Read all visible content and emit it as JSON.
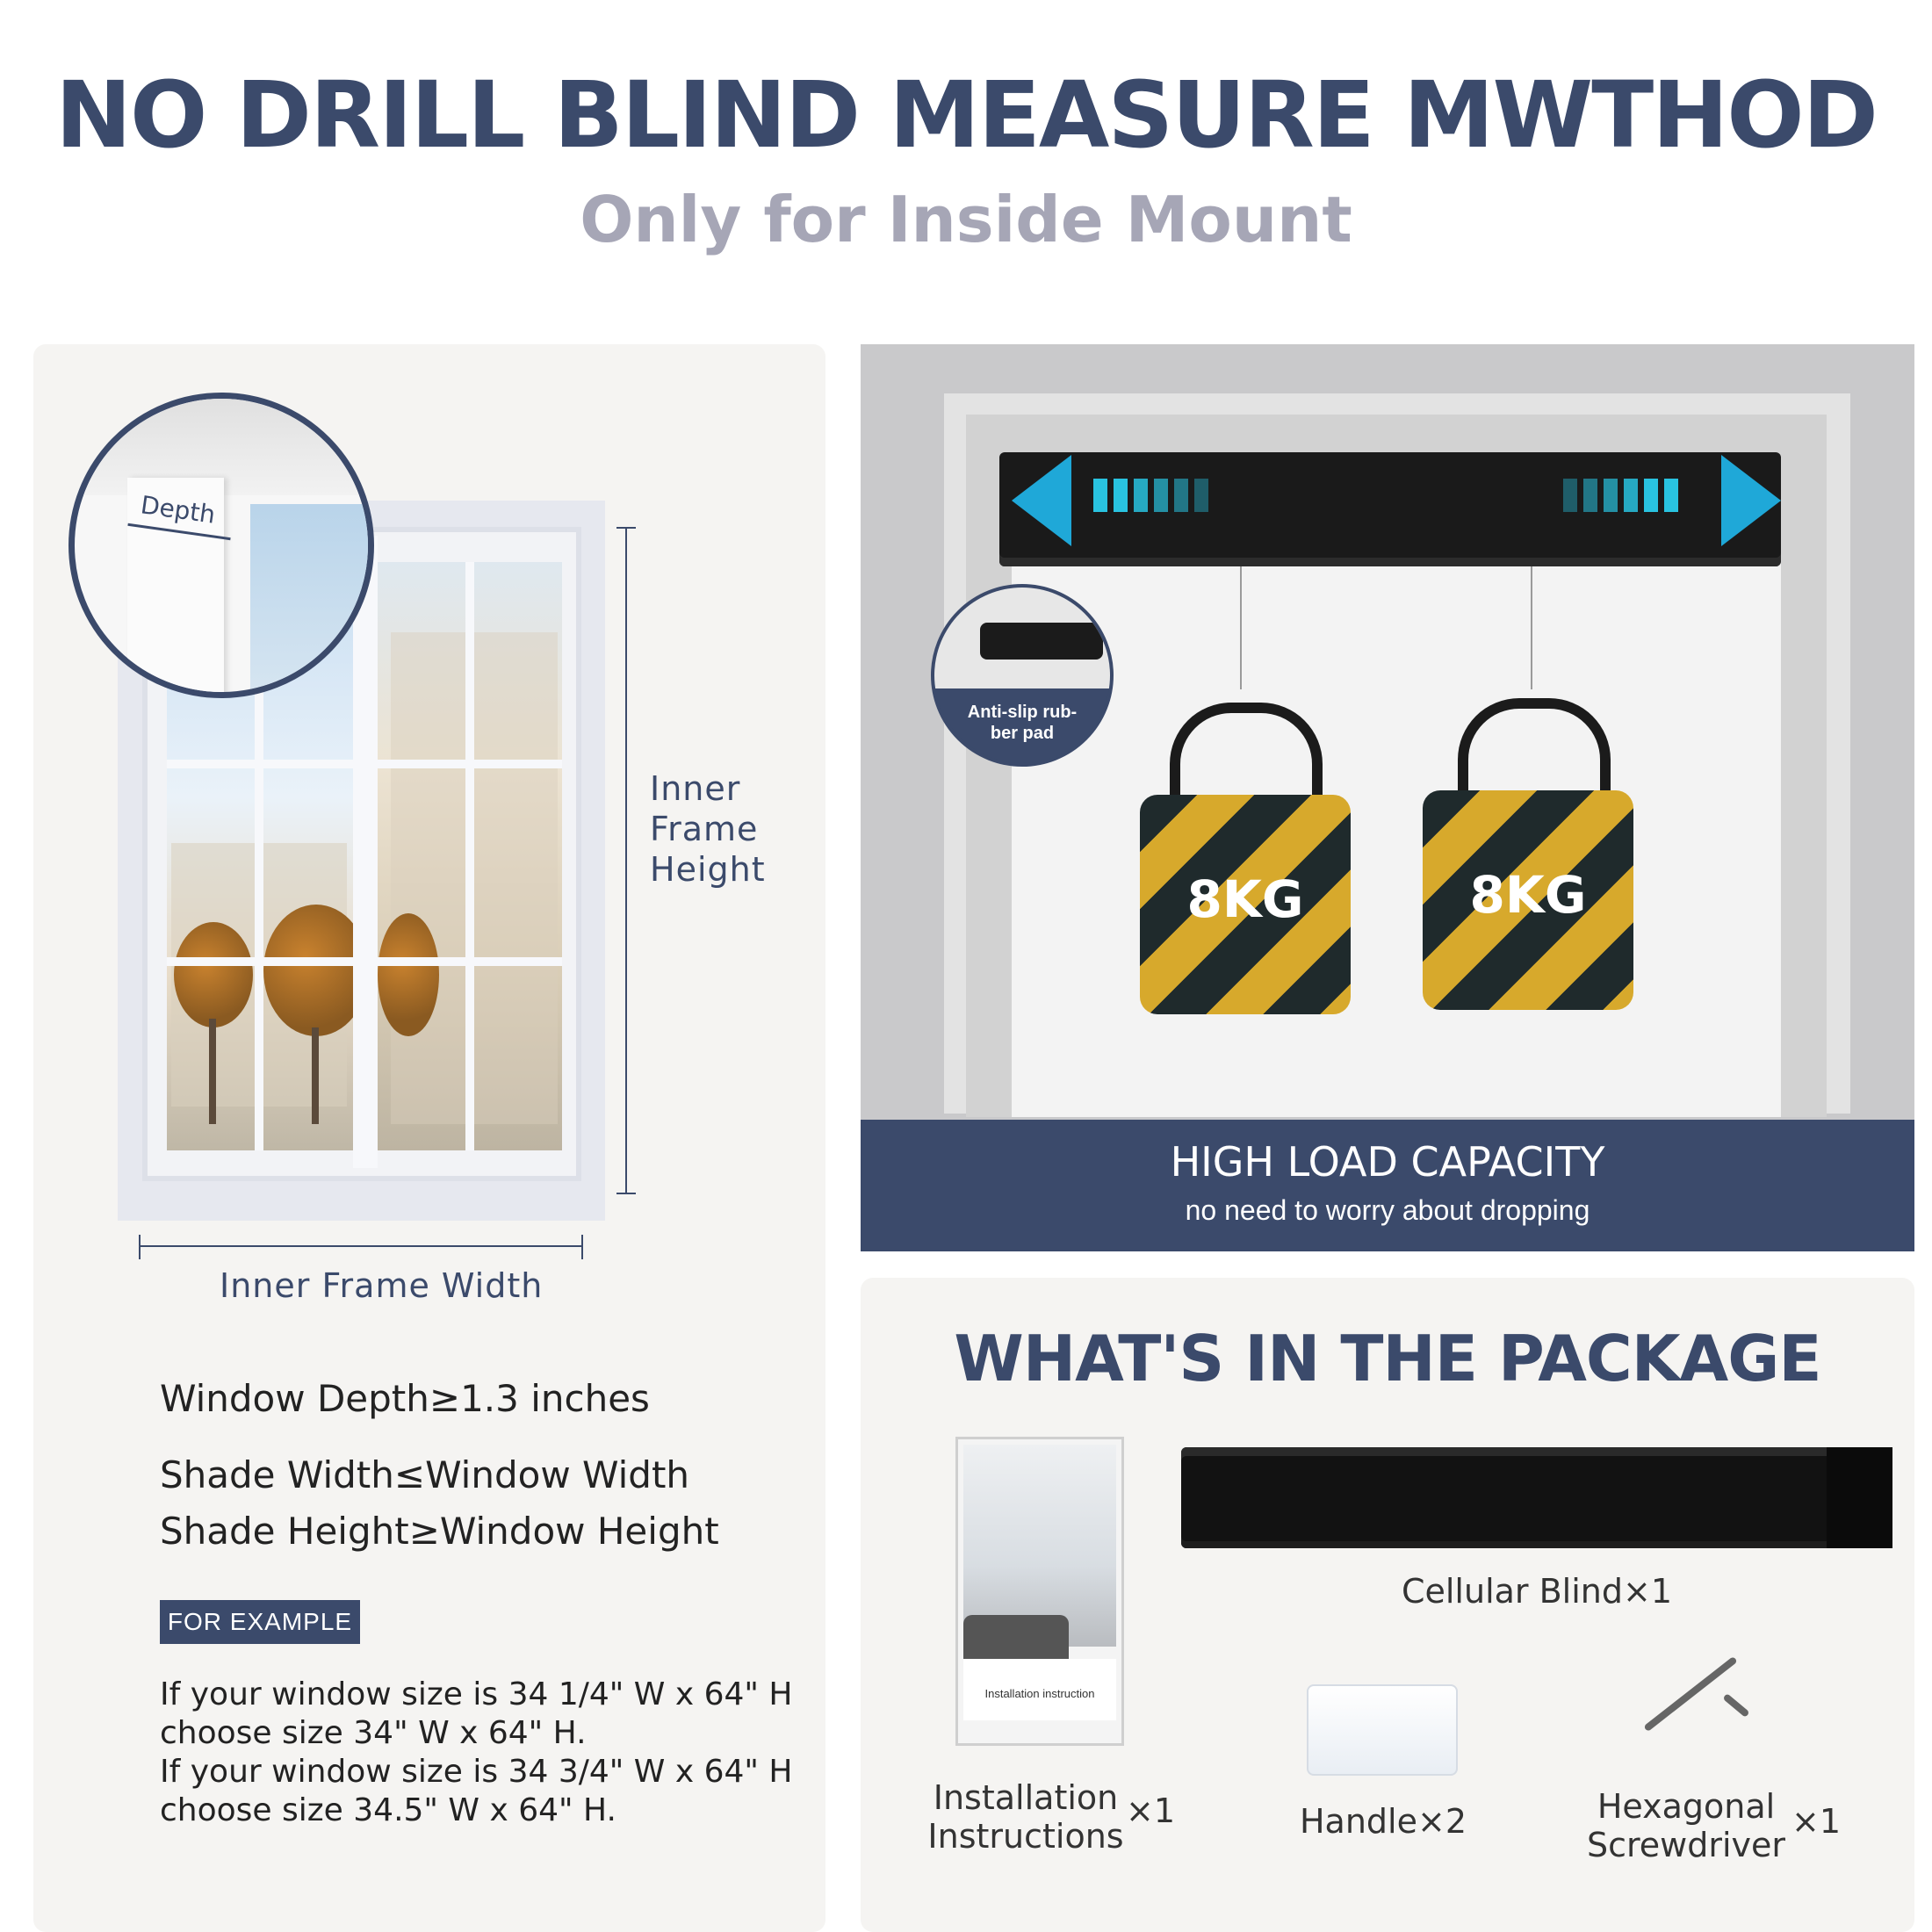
{
  "header": {
    "title": "NO DRILL BLIND MEASURE MWTHOD",
    "subtitle": "Only for Inside Mount"
  },
  "measure": {
    "depth_label": "Depth",
    "height_label": "Inner\nFrame\nHeight",
    "width_label": "Inner Frame Width"
  },
  "requirements": [
    "Window Depth≥1.3 inches",
    "Shade Width≤Window Width",
    "Shade Height≥Window Height"
  ],
  "example": {
    "badge": "FOR EXAMPLE",
    "lines": [
      "If your window size is 34 1/4\" W x 64\" H",
      "choose size 34\" W x 64\" H.",
      "If your window size is 34 3/4\" W x 64\" H",
      "choose size 34.5\" W x 64\" H."
    ]
  },
  "load": {
    "pad_label": "Anti-slip rub-\nber pad",
    "bag_weight_1": "8KG",
    "bag_weight_2": "8KG",
    "banner_title": "HIGH LOAD CAPACITY",
    "banner_sub": "no need to worry about dropping"
  },
  "package": {
    "title": "WHAT'S IN THE PACKAGE",
    "booklet_caption": "Installation instruction",
    "items": [
      {
        "name": "Cellular Blind×1"
      },
      {
        "name": "Installation\nInstructions",
        "qty": "×1"
      },
      {
        "name": "Handle×2"
      },
      {
        "name": "Hexagonal\nScrewdriver",
        "qty": "×1"
      }
    ]
  },
  "colors": {
    "navy": "#3b4a6b",
    "muted_gray": "#a6a6b6",
    "arrow_cyan": "#1fa8d8",
    "bag_yellow": "#d7a92c"
  }
}
